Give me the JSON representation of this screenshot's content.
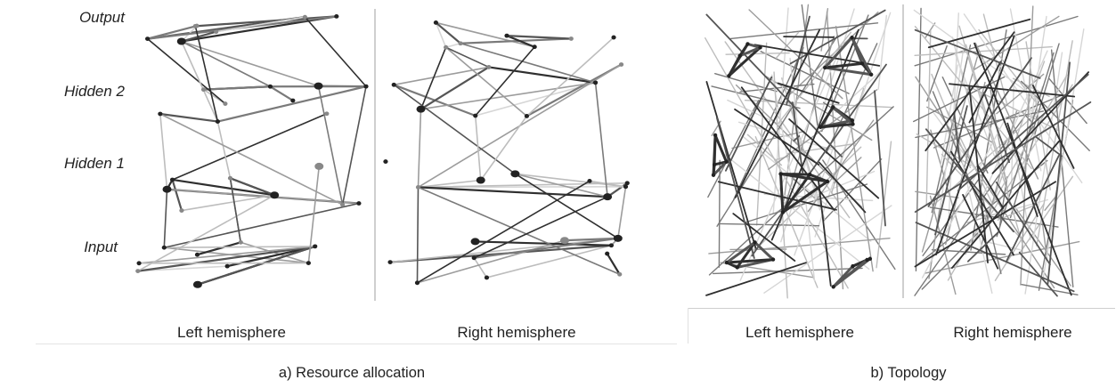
{
  "panel_a": {
    "layer_labels": [
      "Output",
      "Hidden 2",
      "Hidden 1",
      "Input"
    ],
    "left_label": "Left hemisphere",
    "right_label": "Right hemisphere",
    "caption": "a) Resource allocation"
  },
  "panel_b": {
    "left_label": "Left hemisphere",
    "right_label": "Right hemisphere",
    "caption": "b) Topology"
  }
}
